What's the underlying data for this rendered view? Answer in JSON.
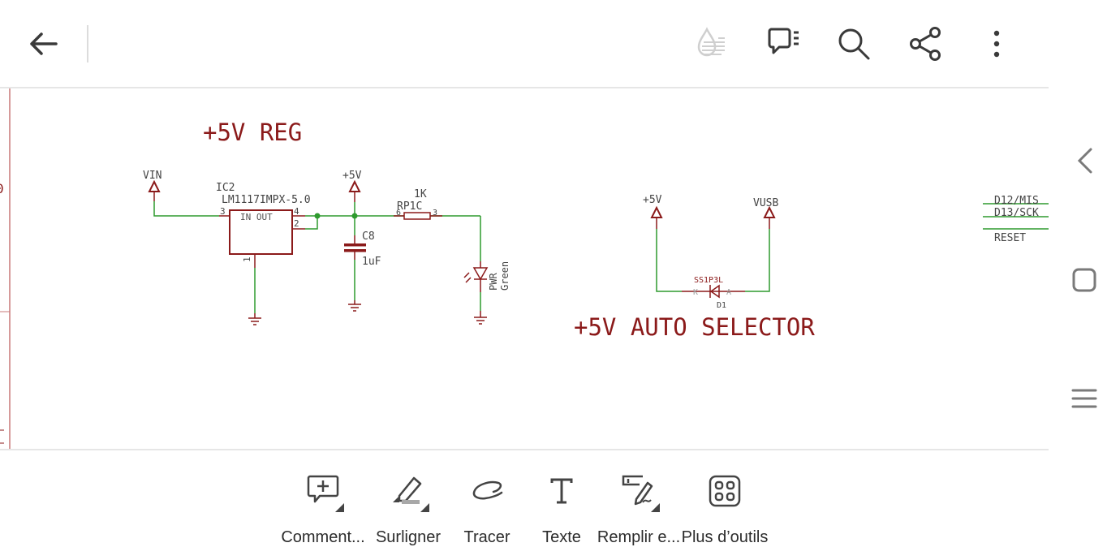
{
  "topbar": {
    "back_icon": "arrow-left-icon",
    "actions": [
      {
        "name": "liquid-mode-icon",
        "state": "disabled"
      },
      {
        "name": "comments-list-icon",
        "state": "enabled"
      },
      {
        "name": "search-icon",
        "state": "enabled"
      },
      {
        "name": "share-icon",
        "state": "enabled"
      },
      {
        "name": "more-vertical-icon",
        "state": "enabled"
      }
    ]
  },
  "schematic": {
    "colors": {
      "symbol": "#8b1a1a",
      "wire": "#2e9a2e",
      "label": "#444444",
      "title": "#8b1a1a"
    },
    "left_edge_label": "0",
    "reg_section": {
      "title": "+5V REG",
      "vin_label": "VIN",
      "ic_ref": "IC2",
      "ic_part": "LM1117IMPX-5.0",
      "ic_pins_text": "IN OUT",
      "pin_in": "3",
      "pin_out": "4",
      "pin_out2": "2",
      "pin_gnd": "1",
      "vcc_label": "+5V",
      "cap_ref": "C8",
      "cap_value": "1uF",
      "res_value": "1K",
      "res_ref": "RP1C",
      "res_pin_a": "6",
      "res_pin_b": "3",
      "led_ref": "PWR",
      "led_value": "Green"
    },
    "selector_section": {
      "title": "+5V AUTO SELECTOR",
      "vcc_label": "+5V",
      "vusb_label": "VUSB",
      "diode_part": "SS1P3L",
      "diode_ref": "D1",
      "pin_k": "K",
      "pin_a": "A"
    },
    "right_labels": [
      "D12/MIS",
      "D13/SCK",
      "RESET"
    ]
  },
  "navbar": {
    "back": "chevron-left-icon",
    "home": "square-icon",
    "recents": "menu-lines-icon"
  },
  "toolbar": {
    "tools": [
      {
        "label": "Comment...",
        "icon": "comment-add-icon"
      },
      {
        "label": "Surligner",
        "icon": "highlighter-icon"
      },
      {
        "label": "Tracer",
        "icon": "draw-icon"
      },
      {
        "label": "Texte",
        "icon": "text-icon"
      },
      {
        "label": "Remplir e...",
        "icon": "fill-sign-icon"
      },
      {
        "label": "Plus d’outils",
        "icon": "more-tools-icon"
      }
    ]
  }
}
